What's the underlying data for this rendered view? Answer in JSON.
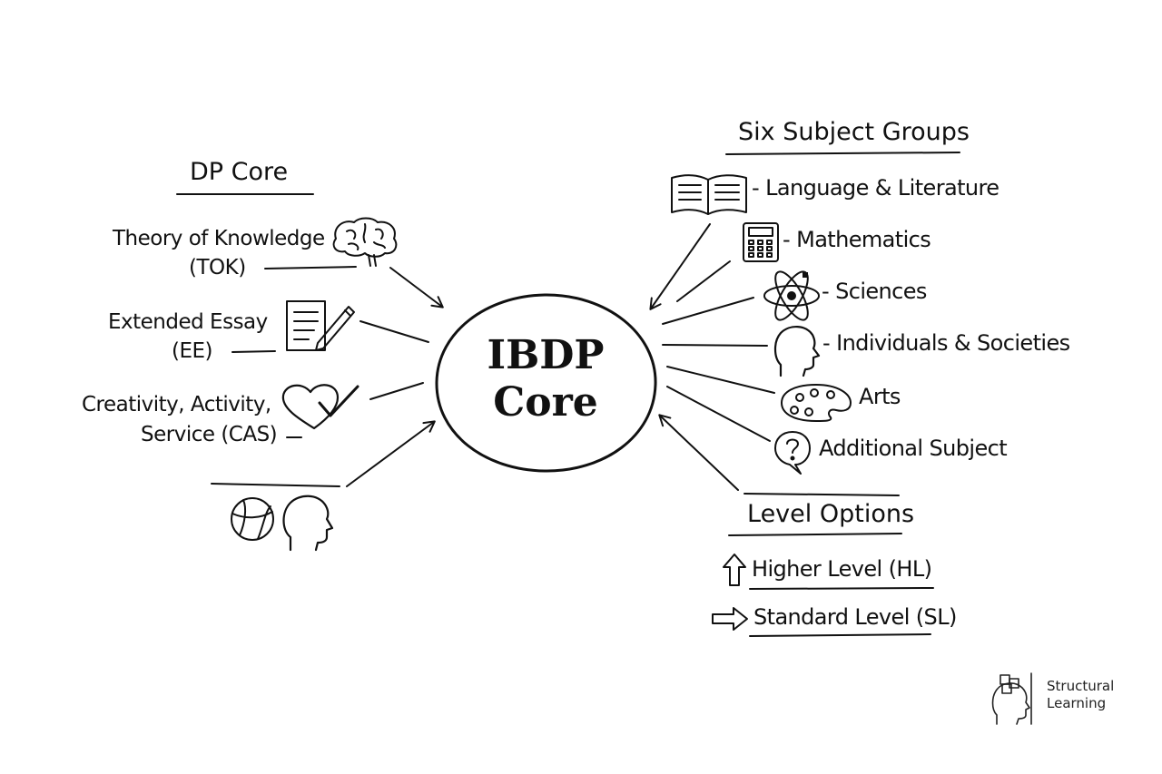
{
  "center": {
    "line1": "IBDP",
    "line2": "Core"
  },
  "dp_core": {
    "heading": "DP Core",
    "items": [
      {
        "line1": "Theory of Knowledge",
        "line2": "(TOK)",
        "icon": "brain-icon"
      },
      {
        "line1": "Extended Essay",
        "line2": "(EE)",
        "icon": "document-pencil-icon"
      },
      {
        "line1": "Creativity, Activity,",
        "line2": "Service (CAS)",
        "icon": "heart-check-icon"
      }
    ],
    "extra_icons": [
      "ball-icon",
      "head-icon"
    ]
  },
  "subject_groups": {
    "heading": "Six Subject Groups",
    "items": [
      {
        "label": "- Language & Literature",
        "icon": "open-book-icon"
      },
      {
        "label": "- Mathematics",
        "icon": "calculator-icon"
      },
      {
        "label": "- Sciences",
        "icon": "atom-icon"
      },
      {
        "label": "- Individuals & Societies",
        "icon": "head-profile-icon"
      },
      {
        "label": "Arts",
        "icon": "palette-icon"
      },
      {
        "label": "Additional Subject",
        "icon": "question-bubble-icon"
      }
    ]
  },
  "level_options": {
    "heading": "Level Options",
    "items": [
      {
        "label": "Higher Level (HL)",
        "icon": "arrow-up-icon"
      },
      {
        "label": "Standard Level (SL)",
        "icon": "arrow-right-icon"
      }
    ]
  },
  "logo": {
    "line1": "Structural",
    "line2": "Learning"
  },
  "colors": {
    "ink": "#111111",
    "background": "#ffffff"
  }
}
